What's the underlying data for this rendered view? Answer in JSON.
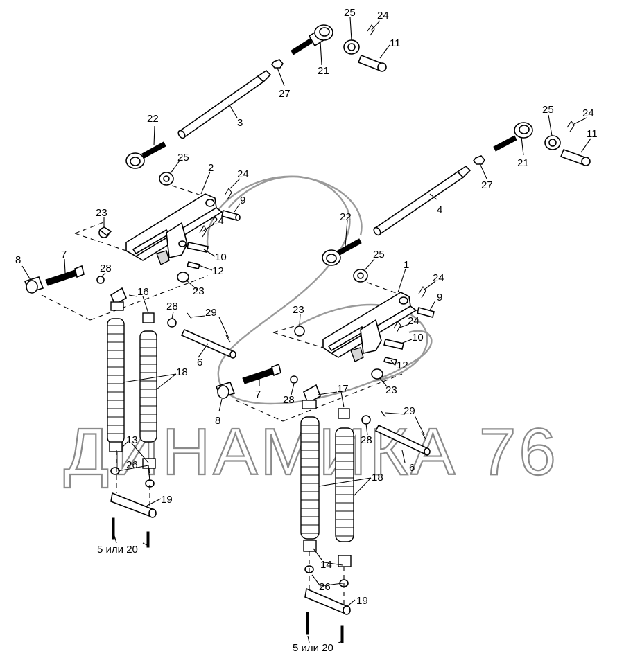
{
  "watermark": {
    "text": "ДИНАМИКА 76"
  },
  "labels": {
    "l25a": "25",
    "l24a": "24",
    "l11a": "11",
    "l21a": "21",
    "l27a": "27",
    "l3": "3",
    "l22a": "22",
    "l25b": "25",
    "l2": "2",
    "l24b": "24",
    "l9a": "9",
    "l24c": "24",
    "l10a": "10",
    "l12a": "12",
    "l23a": "23",
    "l23b": "23",
    "l8a": "8",
    "l7a": "7",
    "l28a": "28",
    "l16": "16",
    "l28b": "28",
    "l29a": "29",
    "l6a": "6",
    "l18a": "18",
    "l13": "13",
    "l26a": "26",
    "l19a": "19",
    "l5a": "5 или 20",
    "l25c": "25",
    "l24d": "24",
    "l11b": "11",
    "l21b": "21",
    "l27b": "27",
    "l4": "4",
    "l22b": "22",
    "l25d": "25",
    "l1": "1",
    "l24e": "24",
    "l9b": "9",
    "l24f": "24",
    "l10b": "10",
    "l23c": "23",
    "l12b": "12",
    "l23d": "23",
    "l7b": "7",
    "l8b": "8",
    "l28c": "28",
    "l17": "17",
    "l29b": "29",
    "l28d": "28",
    "l6b": "6",
    "l18b": "18",
    "l14": "14",
    "l26b": "26",
    "l19b": "19",
    "l5b": "5 или 20"
  }
}
